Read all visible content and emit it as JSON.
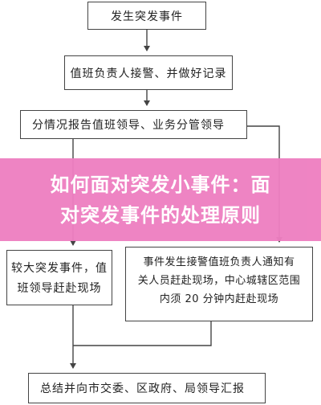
{
  "flowchart": {
    "step1": "发生突发事件",
    "step2": "值班负责人接警、并做好记录",
    "step3": "分情况报告值班领导、业务分管领导",
    "step4_left": [
      "较大突发事件，值",
      "班领导赶赴现场"
    ],
    "step4_right": [
      "事件发生接警值班负责人通知有",
      "关人员赶赴现场，中心城辖区范围",
      "内须 20 分钟内赶赴现场"
    ],
    "step5": "总结并向市交委、区政府、局领导汇报"
  },
  "banner": {
    "lines": [
      "如何面对突发小事件：面",
      "对突发事件的处理原则"
    ],
    "color": "#ee7fc1"
  }
}
